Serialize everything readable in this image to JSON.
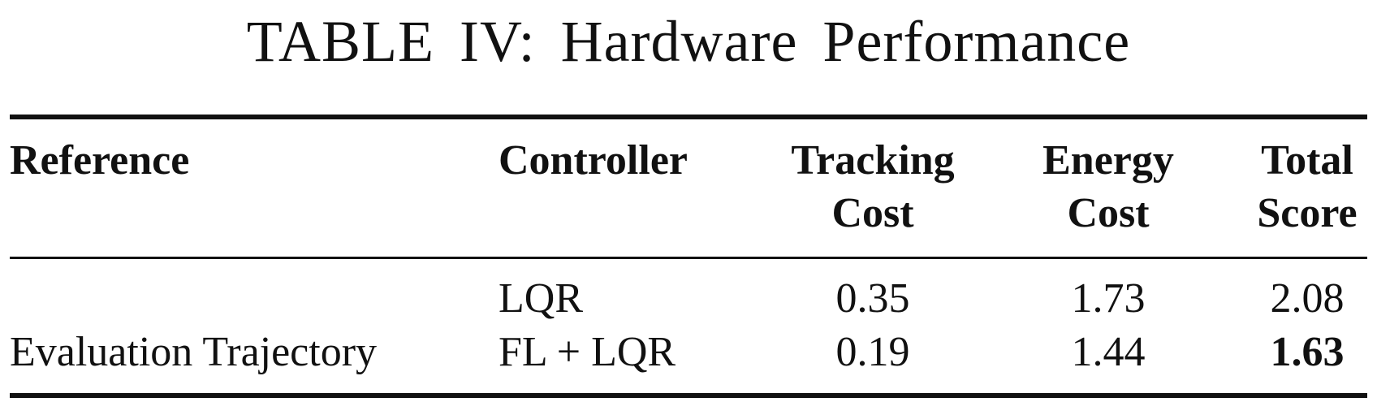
{
  "caption": "TABLE IV: Hardware Performance",
  "table": {
    "headers": {
      "reference": "Reference",
      "controller": "Controller",
      "tracking_1": "Tracking",
      "tracking_2": "Cost",
      "energy_1": "Energy",
      "energy_2": "Cost",
      "total_1": "Total",
      "total_2": "Score"
    },
    "reference_label": "Evaluation Trajectory",
    "rows": [
      {
        "controller": "LQR",
        "tracking_cost": "0.35",
        "energy_cost": "1.73",
        "total_score": "2.08",
        "best": false
      },
      {
        "controller": "FL + LQR",
        "tracking_cost": "0.19",
        "energy_cost": "1.44",
        "total_score": "1.63",
        "best": true
      }
    ]
  }
}
